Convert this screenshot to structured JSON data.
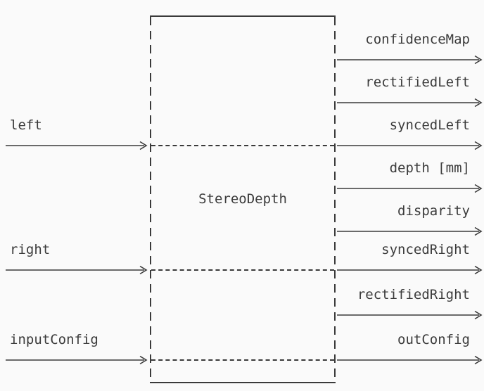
{
  "diagram": {
    "node_title": "StereoDepth",
    "inputs": [
      {
        "label": "left"
      },
      {
        "label": "right"
      },
      {
        "label": "inputConfig"
      }
    ],
    "outputs": [
      {
        "label": "confidenceMap"
      },
      {
        "label": "rectifiedLeft"
      },
      {
        "label": "syncedLeft"
      },
      {
        "label": "depth [mm]"
      },
      {
        "label": "disparity"
      },
      {
        "label": "syncedRight"
      },
      {
        "label": "rectifiedRight"
      },
      {
        "label": "outConfig"
      }
    ],
    "colors": {
      "background": "#fafafa",
      "line": "#3a3a3a",
      "text": "#3b3b3b"
    }
  }
}
